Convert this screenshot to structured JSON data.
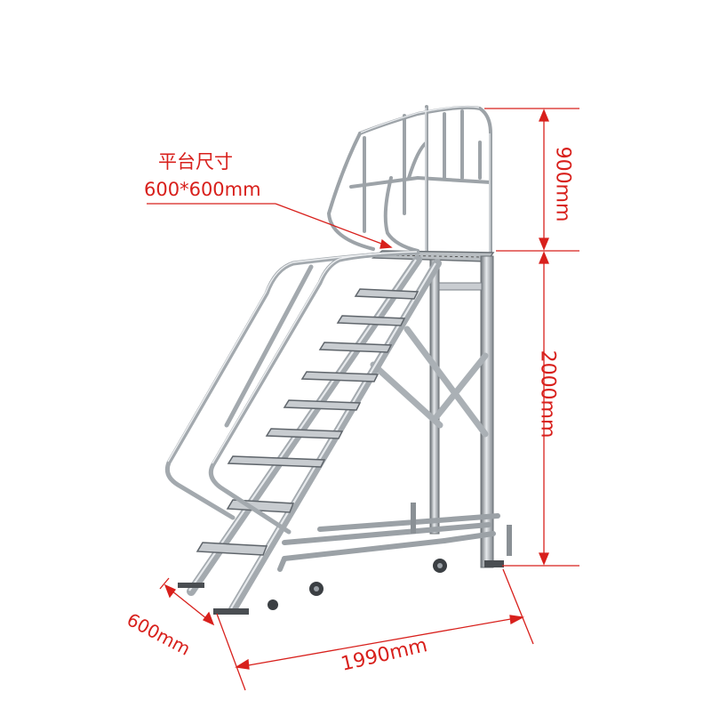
{
  "annotations": {
    "platform_title": "平台尺寸",
    "platform_size": "600*600mm",
    "guardrail_height": "900mm",
    "platform_height": "2000mm",
    "stair_width": "600mm",
    "base_length": "1990mm"
  },
  "colors": {
    "dimension_red": "#d8201c",
    "steel": "#9aa0a6",
    "steel_dark": "#5f656b",
    "steel_light": "#dfe3e6"
  }
}
